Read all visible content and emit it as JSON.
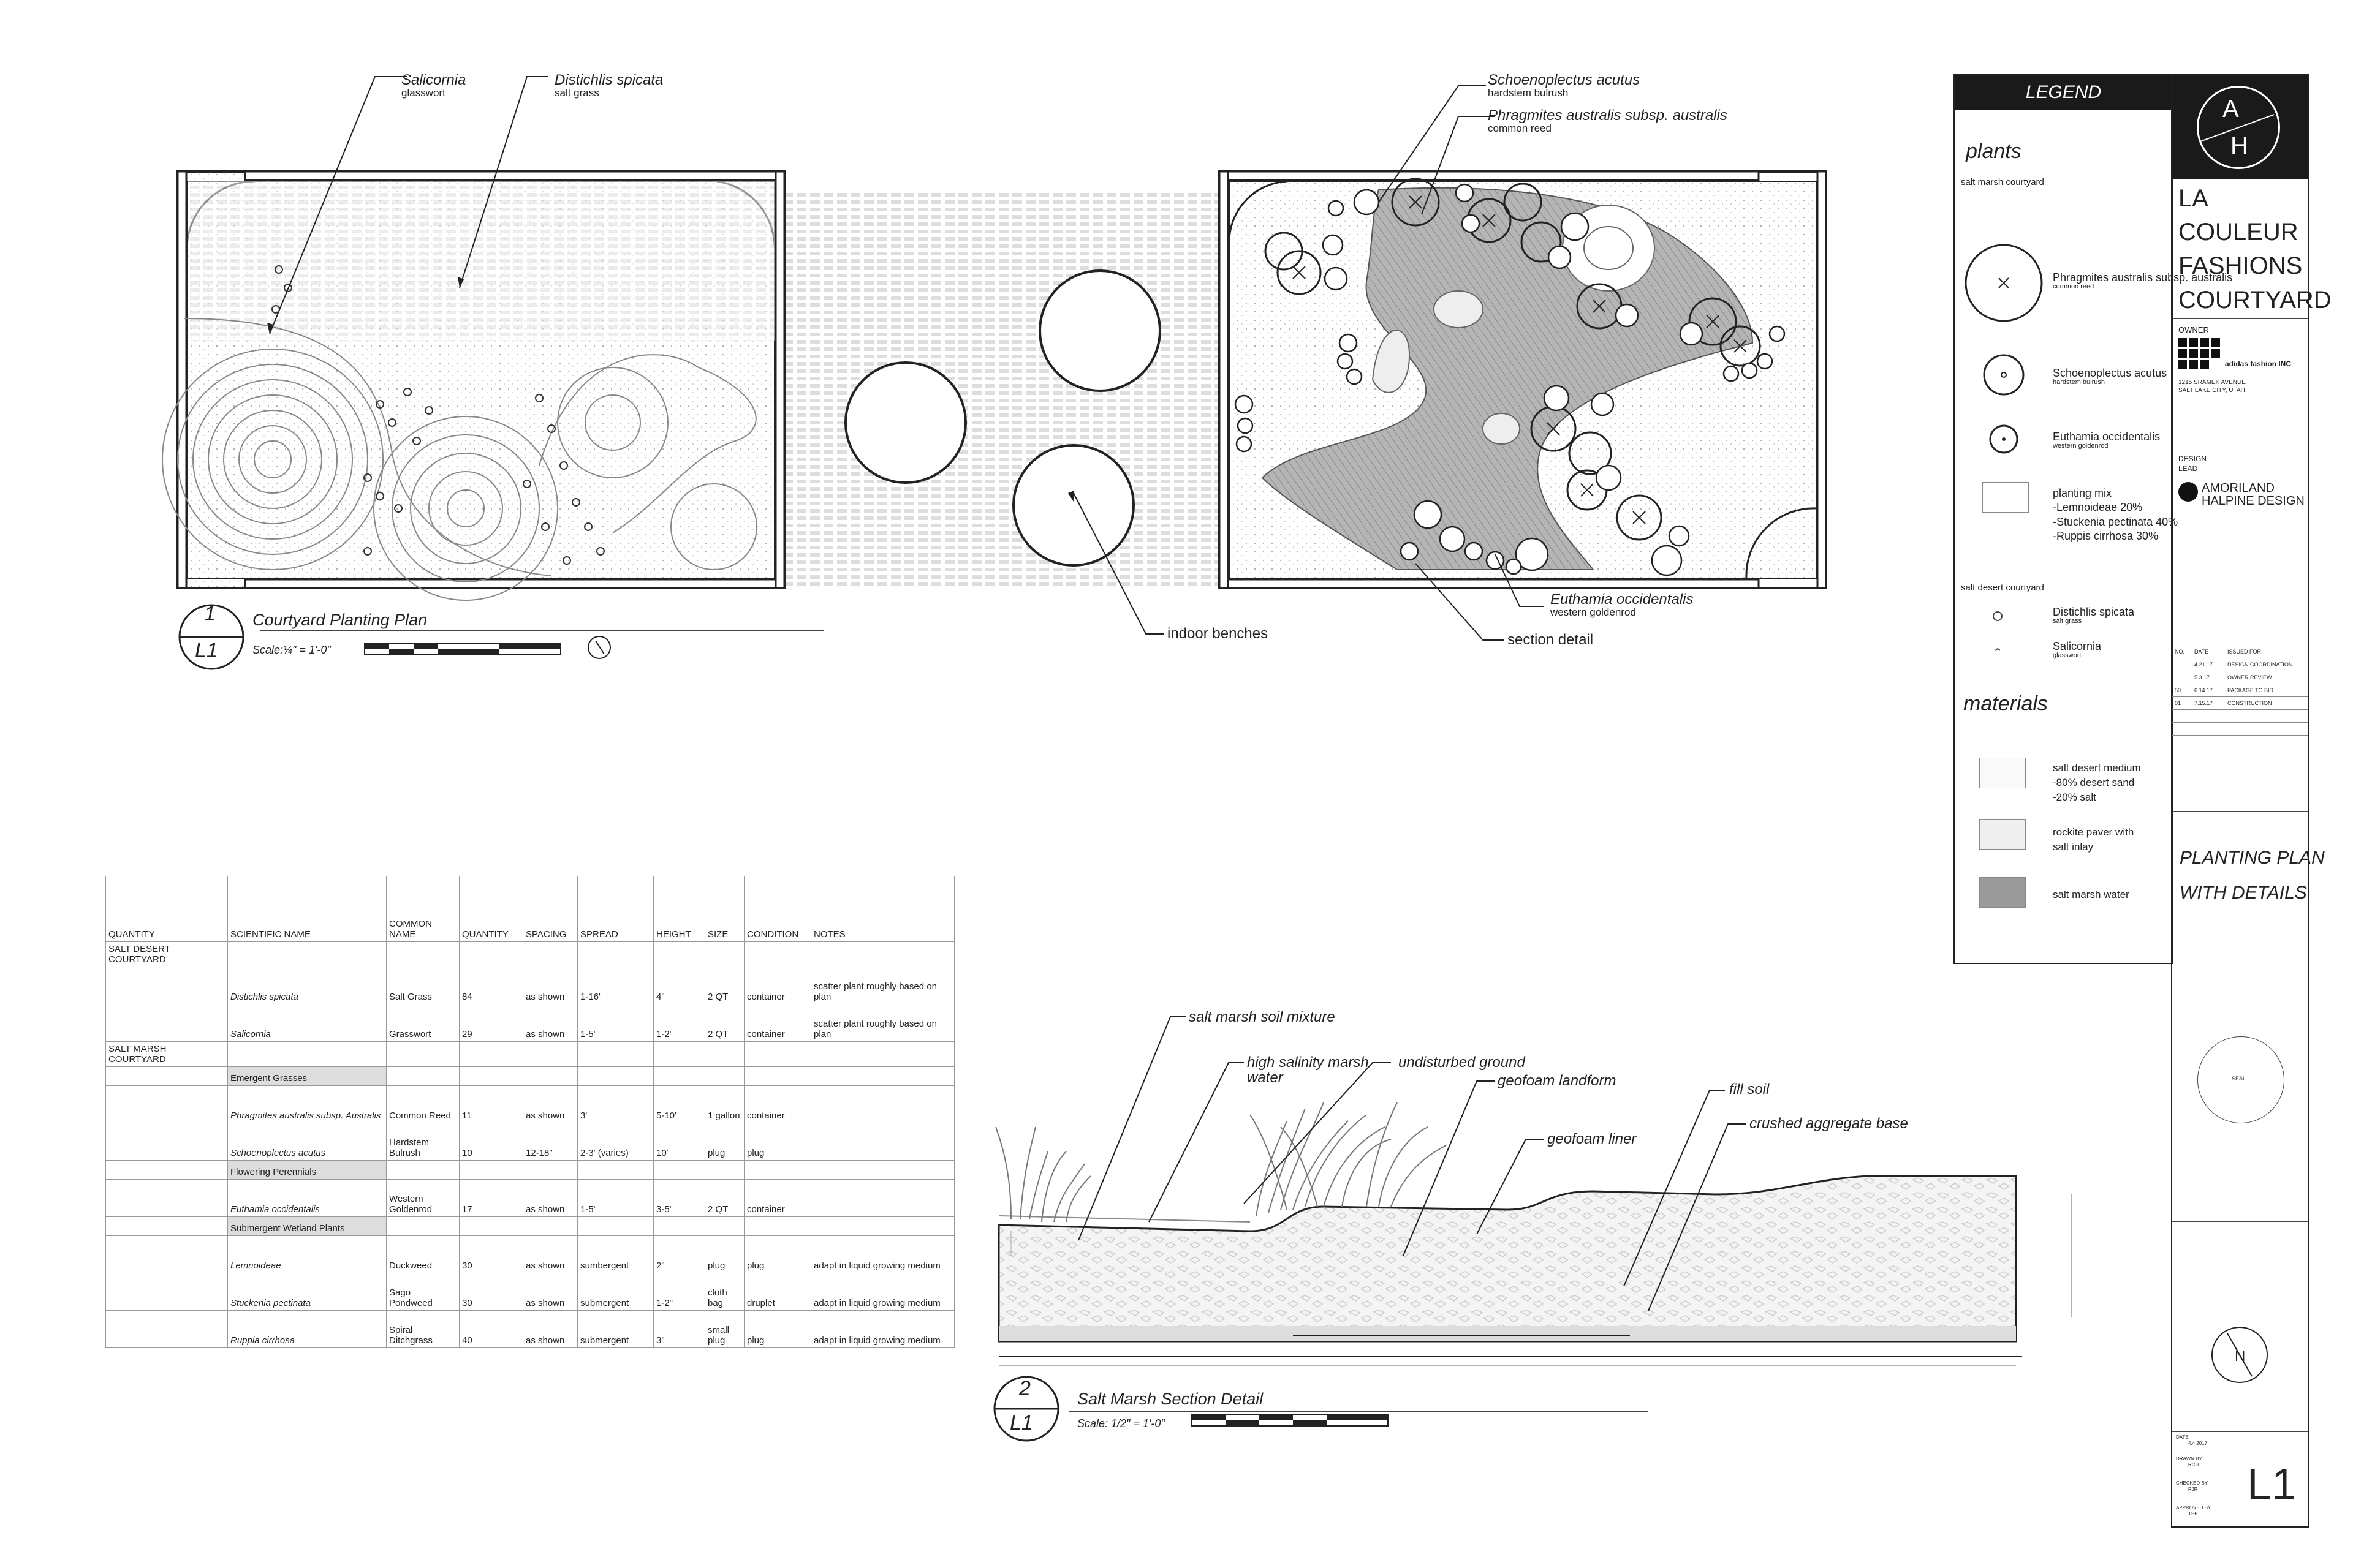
{
  "colors": {
    "ink": "#222222",
    "water": "#9a9a9a",
    "paver": "#efefef",
    "legend_header": "#1a1a1a"
  },
  "plan_labels": {
    "salicornia": {
      "sci": "Salicornia",
      "common": "glasswort"
    },
    "distichlis": {
      "sci": "Distichlis spicata",
      "common": "salt grass"
    },
    "schoeno": {
      "sci": "Schoenoplectus acutus",
      "common": "hardstem bulrush"
    },
    "phrag": {
      "sci": "Phragmites australis subsp. australis",
      "common": "common reed"
    },
    "euthamia": {
      "sci": "Euthamia occidentalis",
      "common": "western goldenrod"
    },
    "benches": "indoor benches",
    "section_detail": "section detail"
  },
  "plan1": {
    "num": "1",
    "sheet": "L1",
    "title": "Courtyard Planting Plan",
    "scale": "Scale:¼\" = 1'-0\""
  },
  "plan2": {
    "num": "2",
    "sheet": "L1",
    "title": "Salt Marsh Section Detail",
    "scale": "Scale: 1/2\" = 1'-0\""
  },
  "section_labels": {
    "soil": "salt marsh soil mixture",
    "water_l1": "high salinity marsh",
    "water_l2": "water",
    "ground": "undisturbed ground",
    "landform": "geofoam landform",
    "liner": "geofoam liner",
    "fill": "fill soil",
    "aggregate": "crushed aggregate base"
  },
  "table": {
    "headers": [
      "QUANTITY",
      "SCIENTIFIC NAME",
      "COMMON NAME",
      "QUANTITY",
      "SPACING",
      "SPREAD",
      "HEIGHT",
      "SIZE",
      "CONDITION",
      "NOTES"
    ],
    "rows": [
      {
        "type": "group",
        "q": "SALT DESERT COURTYARD"
      },
      {
        "type": "plant",
        "sci": "Distichlis spicata",
        "common": "Salt Grass",
        "qty": "84",
        "spacing": "as shown",
        "spread": "1-16'",
        "height": "4\"",
        "size": "2 QT",
        "cond": "container",
        "notes": "scatter plant roughly based on plan"
      },
      {
        "type": "plant",
        "sci": "Salicornia",
        "common": "Grasswort",
        "qty": "29",
        "spacing": "as shown",
        "spread": "1-5'",
        "height": "1-2'",
        "size": "2 QT",
        "cond": "container",
        "notes": "scatter plant roughly based on plan"
      },
      {
        "type": "group",
        "q": "SALT MARSH COURTYARD"
      },
      {
        "type": "sub",
        "label": "Emergent Grasses"
      },
      {
        "type": "plant",
        "sci": "Phragmites australis subsp. Australis",
        "common": "Common Reed",
        "qty": "11",
        "spacing": "as shown",
        "spread": "3'",
        "height": "5-10'",
        "size": "1 gallon",
        "cond": "container",
        "notes": ""
      },
      {
        "type": "plant",
        "sci": "Schoenoplectus acutus",
        "common": "Hardstem Bulrush",
        "qty": "10",
        "spacing": "12-18\"",
        "spread": "2-3' (varies)",
        "height": "10'",
        "size": "plug",
        "cond": "plug",
        "notes": ""
      },
      {
        "type": "sub",
        "label": "Flowering Perennials"
      },
      {
        "type": "plant",
        "sci": "Euthamia occidentalis",
        "common": "Western Goldenrod",
        "qty": "17",
        "spacing": "as shown",
        "spread": "1-5'",
        "height": "3-5'",
        "size": "2 QT",
        "cond": "container",
        "notes": ""
      },
      {
        "type": "sub",
        "label": "Submergent Wetland Plants"
      },
      {
        "type": "plant",
        "sci": "Lemnoideae",
        "common": "Duckweed",
        "qty": "30",
        "spacing": "as shown",
        "spread": "sumbergent",
        "height": "2\"",
        "size": "plug",
        "cond": "plug",
        "notes": "adapt in liquid growing medium"
      },
      {
        "type": "plant",
        "sci": "Stuckenia pectinata",
        "common": "Sago Pondweed",
        "qty": "30",
        "spacing": "as shown",
        "spread": "submergent",
        "height": "1-2\"",
        "size": "cloth bag",
        "cond": "druplet",
        "notes": "adapt in liquid growing medium"
      },
      {
        "type": "plant",
        "sci": "Ruppia cirrhosa",
        "common": "Spiral Ditchgrass",
        "qty": "40",
        "spacing": "as shown",
        "spread": "submergent",
        "height": "3\"",
        "size": "small plug",
        "cond": "plug",
        "notes": "adapt in liquid growing medium"
      }
    ]
  },
  "legend": {
    "header": "LEGEND",
    "plants": "plants",
    "salt_marsh": "salt marsh courtyard",
    "items": [
      {
        "label": "Phragmites australis subsp. australis",
        "sub": "common reed"
      },
      {
        "label": "Schoenoplectus acutus",
        "sub": "hardstem bulrush"
      },
      {
        "label": "Euthamia occidentalis",
        "sub": "western goldenrod"
      }
    ],
    "mix_title": "planting mix",
    "mix_lines": [
      "-Lemnoideae  20%",
      "-Stuckenia pectinata 40%",
      "-Ruppis cirrhosa 30%"
    ],
    "salt_desert": "salt desert courtyard",
    "desert_items": [
      {
        "label": "Distichlis spicata",
        "sub": "salt grass"
      },
      {
        "label": "Salicornia",
        "sub": "glasswort"
      }
    ],
    "materials": "materials",
    "mat_items": [
      {
        "lines": [
          "salt desert medium",
          "-80% desert sand",
          "-20% salt"
        ]
      },
      {
        "lines": [
          "rockite paver with",
          "salt inlay"
        ]
      },
      {
        "lines": [
          "salt marsh water"
        ]
      }
    ]
  },
  "titleblock": {
    "logo_a": "A",
    "logo_h": "H",
    "project_lines": [
      "LA",
      "COULEUR",
      "FASHIONS",
      "COURTYARD"
    ],
    "owner_label": "OWNER",
    "owner_name": "adidas fashion INC",
    "owner_addr1": "1215 SRAMEK AVENUE",
    "owner_addr2": "SALT LAKE CITY, UTAH",
    "design_label": "DESIGN",
    "lead_label": "LEAD",
    "firm_l1": "AMORILAND",
    "firm_l2": "HALPINE DESIGN",
    "revisions_head": [
      "NO.",
      "DATE",
      "ISSUED FOR"
    ],
    "revisions": [
      [
        "",
        "4.21.17",
        "DESIGN COORDINATION"
      ],
      [
        "",
        "5.3.17",
        "OWNER REVIEW"
      ],
      [
        "50",
        "6.14.17",
        "PACKAGE TO BID"
      ],
      [
        "01",
        "7.15.17",
        "CONSTRUCTION"
      ]
    ],
    "sheet_title_l1": "PLANTING PLAN",
    "sheet_title_l2": "WITH DETAILS",
    "seal": "SEAL",
    "date_label": "DATE",
    "date_val": "4.4.2017",
    "drawn_label": "DRAWN BY",
    "drawn_val": "RCH",
    "checked_label": "CHECKED BY",
    "checked_val": "RJR",
    "approved_label": "APPROVED BY",
    "approved_val": "TSP",
    "sheet_no": "L1",
    "north": "N"
  }
}
